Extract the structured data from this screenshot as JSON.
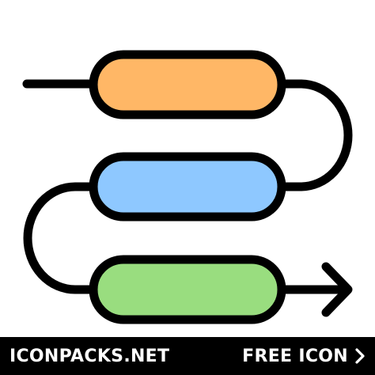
{
  "footer": {
    "brand": "ICONPACKS.NET",
    "cta": "FREE ICON"
  },
  "icon": {
    "name": "process-flow-icon",
    "stroke_color": "#000000",
    "steps": [
      {
        "name": "step-1",
        "color": "#FFB766"
      },
      {
        "name": "step-2",
        "color": "#8EC8FF"
      },
      {
        "name": "step-3",
        "color": "#99DD7F"
      }
    ]
  }
}
